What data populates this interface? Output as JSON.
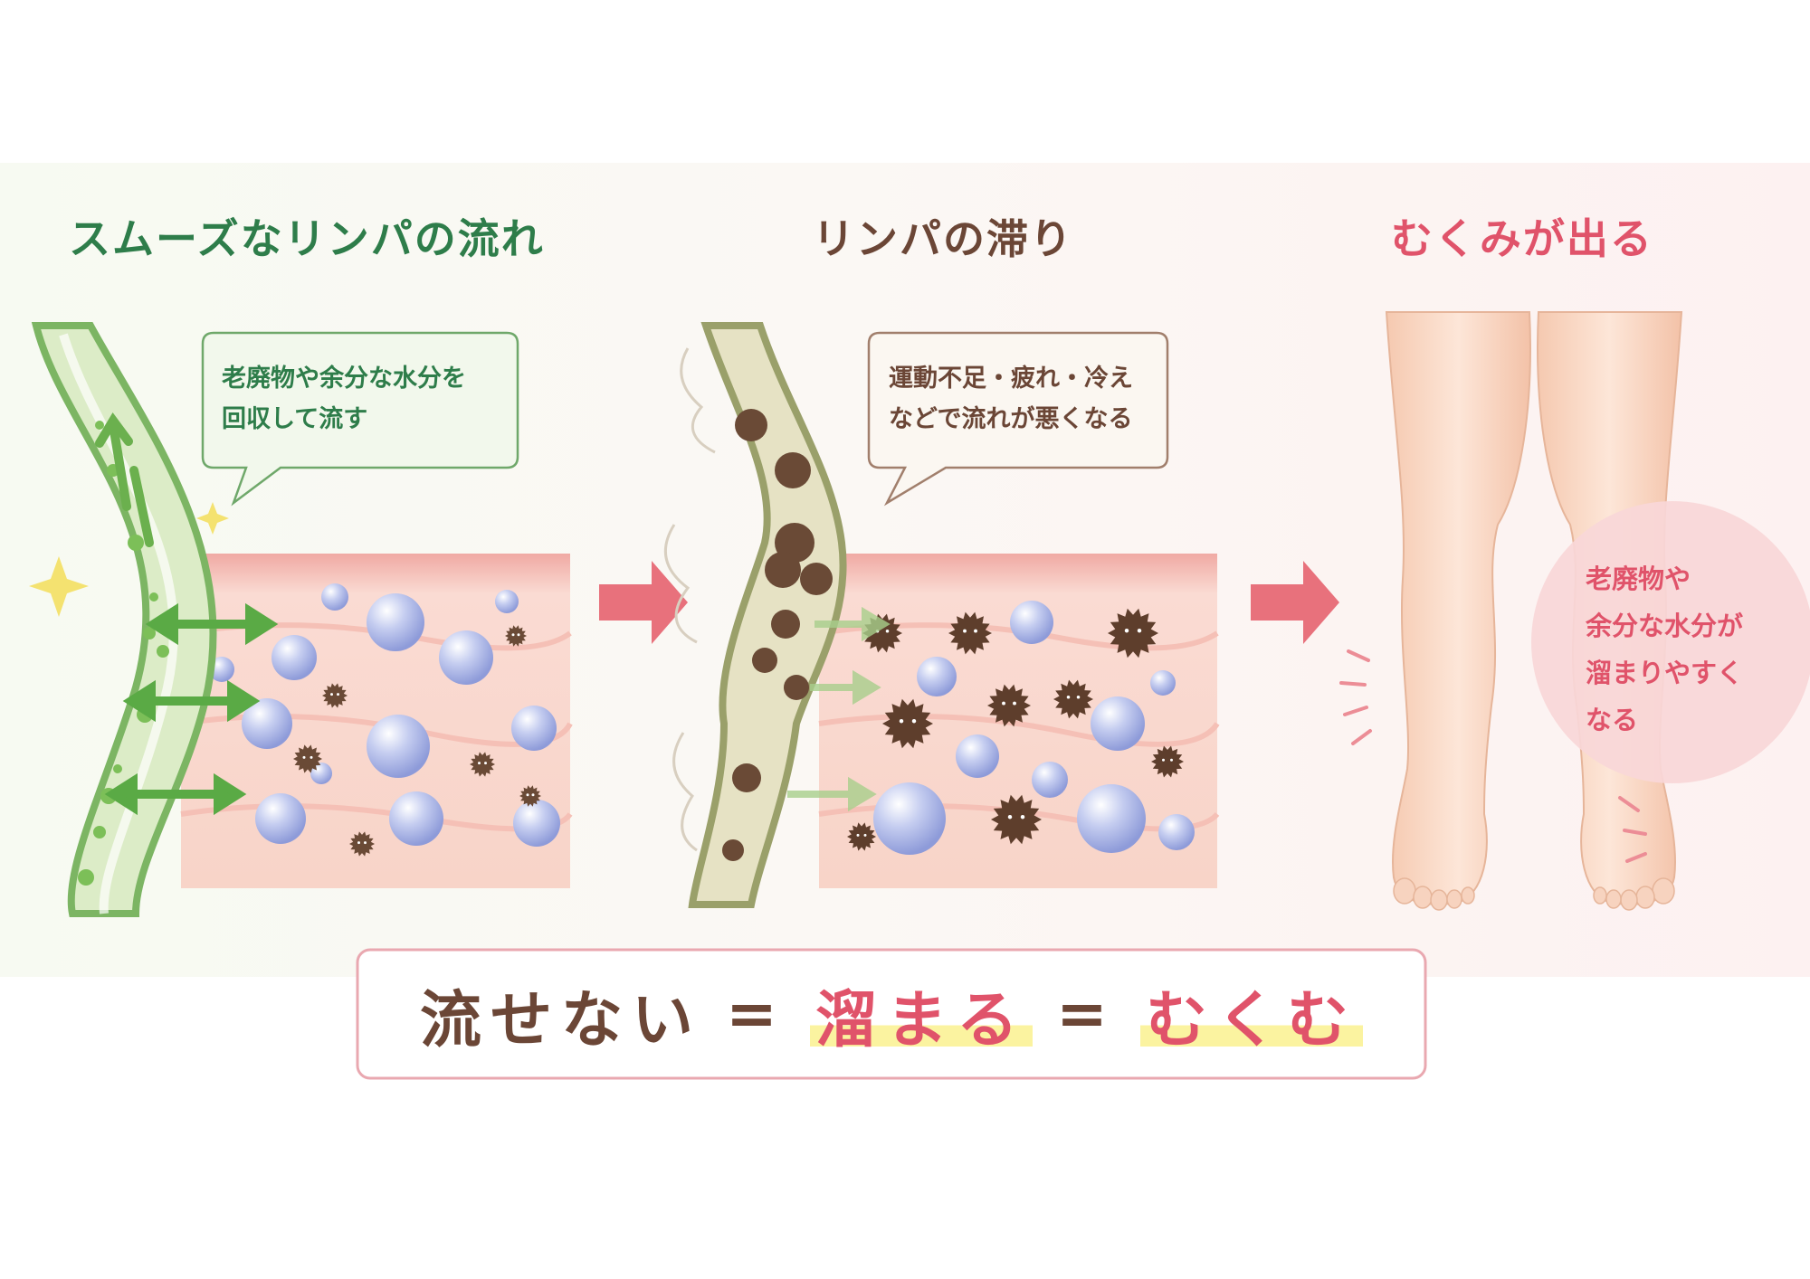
{
  "colors": {
    "green": "#2e7d4a",
    "brown": "#6b4636",
    "pink": "#e0536a",
    "highlight": "#fbf3a0",
    "frame": "#e9a8b0"
  },
  "panels": [
    {
      "title": "スムーズなリンパの流れ",
      "bubble_lines": [
        "老廃物や余分な水分を",
        "回収して流す"
      ]
    },
    {
      "title": "リンパの滞り",
      "bubble_lines": [
        "運動不足・疲れ・冷え",
        "などで流れが悪くなる"
      ]
    },
    {
      "title": "むくみが出る",
      "bubble_lines": [
        "老廃物や",
        "余分な水分が",
        "溜まりやすく",
        "なる"
      ]
    }
  ],
  "formula": {
    "part1": "流せない",
    "eq1": "=",
    "part2": "溜まる",
    "eq2": "=",
    "part3": "むくむ"
  },
  "icons": [
    "sparkle-icon",
    "arrow-right-icon",
    "arrow-right-icon"
  ]
}
